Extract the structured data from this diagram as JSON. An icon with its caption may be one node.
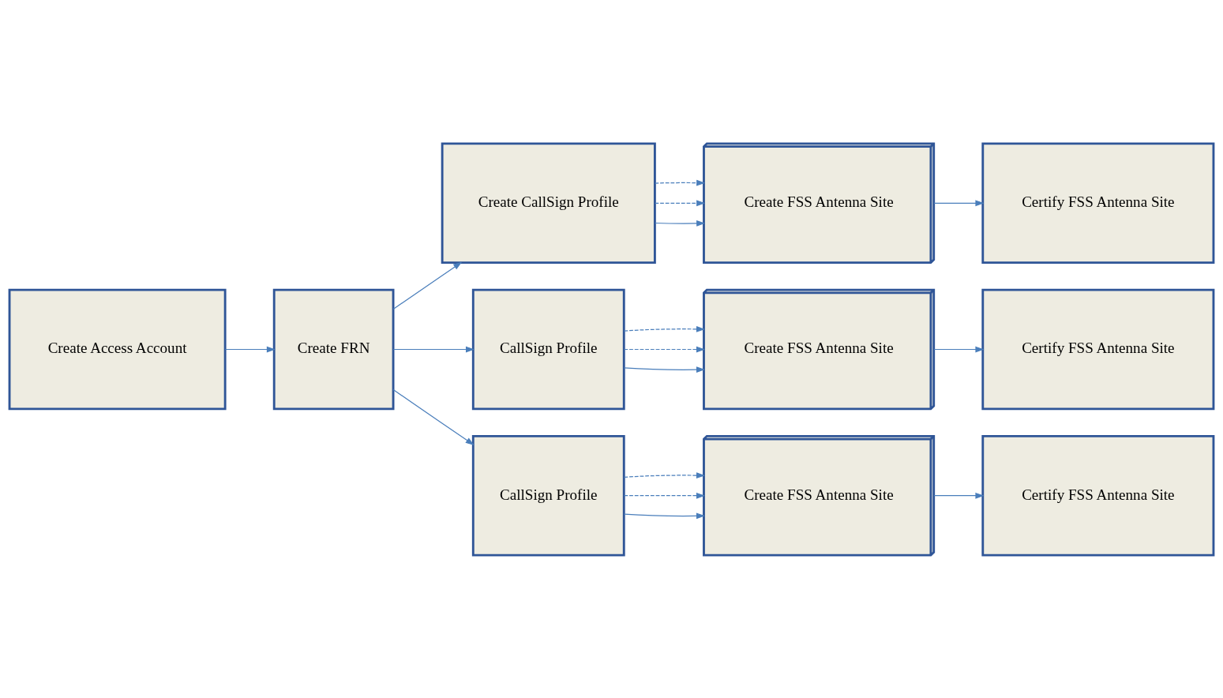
{
  "diagram": {
    "nodes": [
      {
        "text": [
          "Create Access Account"
        ]
      },
      {
        "text": [
          "Create FRN"
        ]
      },
      {
        "text": [
          "Create CallSign Profile"
        ]
      },
      {
        "text": [
          "Create FSS Antenna Site"
        ]
      },
      {
        "text": [
          "Certify FSS Antenna Site"
        ]
      },
      {
        "text": [
          "CallSign Profile"
        ]
      },
      {
        "text": [
          "Create FSS Antenna Site"
        ]
      },
      {
        "text": [
          "Certify FSS Antenna Site"
        ]
      },
      {
        "text": [
          "CallSign Profile"
        ]
      },
      {
        "text": [
          "Create FSS Antenna Site"
        ]
      },
      {
        "text": [
          "Certify FSS Antenna Site"
        ]
      }
    ],
    "edges": [
      {
        "from": 0,
        "to": 1,
        "arrow": "to"
      },
      {
        "from": 1,
        "to": 2,
        "arrow": "to"
      },
      {
        "from": 2,
        "to": 3,
        "arrow": "to"
      },
      {
        "from": 2,
        "to": 3,
        "arrow": "to",
        "style": "dashed"
      },
      {
        "from": 2,
        "to": 3,
        "arrow": "to",
        "style": "dashed"
      },
      {
        "from": 3,
        "to": 4,
        "arrow": "to"
      },
      {
        "from": 1,
        "to": 5,
        "arrow": "to"
      },
      {
        "from": 5,
        "to": 6,
        "arrow": "to"
      },
      {
        "from": 5,
        "to": 6,
        "arrow": "to",
        "style": "dashed"
      },
      {
        "from": 5,
        "to": 6,
        "arrow": "to",
        "style": "dashed"
      },
      {
        "from": 6,
        "to": 7,
        "arrow": "to"
      },
      {
        "from": 1,
        "to": 8,
        "arrow": "to"
      },
      {
        "from": 8,
        "to": 9,
        "arrow": "to"
      },
      {
        "from": 8,
        "to": 9,
        "arrow": "to",
        "style": "dashed"
      },
      {
        "from": 8,
        "to": 9,
        "arrow": "to",
        "style": "dashed"
      },
      {
        "from": 9,
        "to": 10,
        "arrow": "to"
      }
    ]
  }
}
